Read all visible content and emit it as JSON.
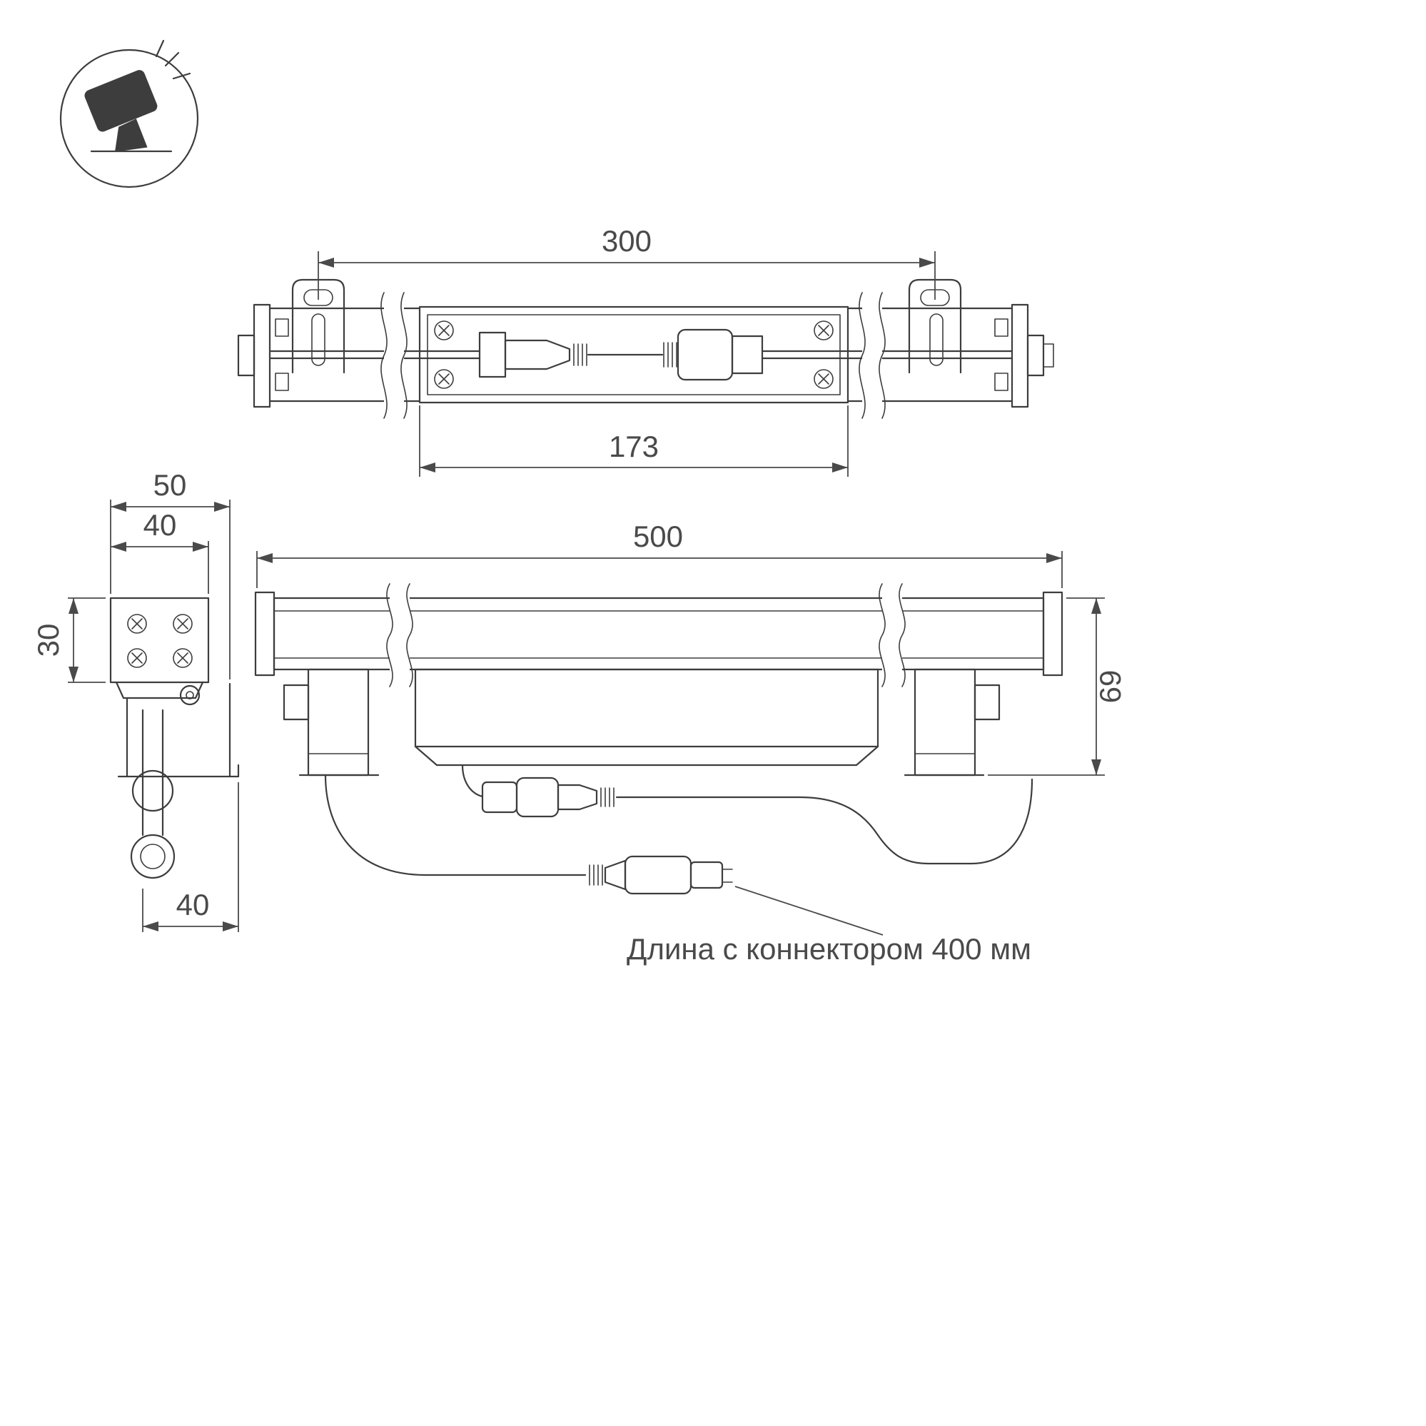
{
  "icon": {
    "name": "tilted-floodlight-on-ground"
  },
  "top_view": {
    "dim_length": "300",
    "dim_body_length": "173"
  },
  "side_view": {
    "dim_width_outer": "50",
    "dim_width_inner": "40",
    "dim_height": "30",
    "dim_depth": "40"
  },
  "front_view": {
    "dim_length": "500",
    "dim_height": "69"
  },
  "annotation": {
    "text": "Длина с коннектором 400 мм"
  },
  "colors": {
    "line": "#3d3d3d",
    "dimension": "#4a4a4a",
    "background": "#ffffff"
  }
}
